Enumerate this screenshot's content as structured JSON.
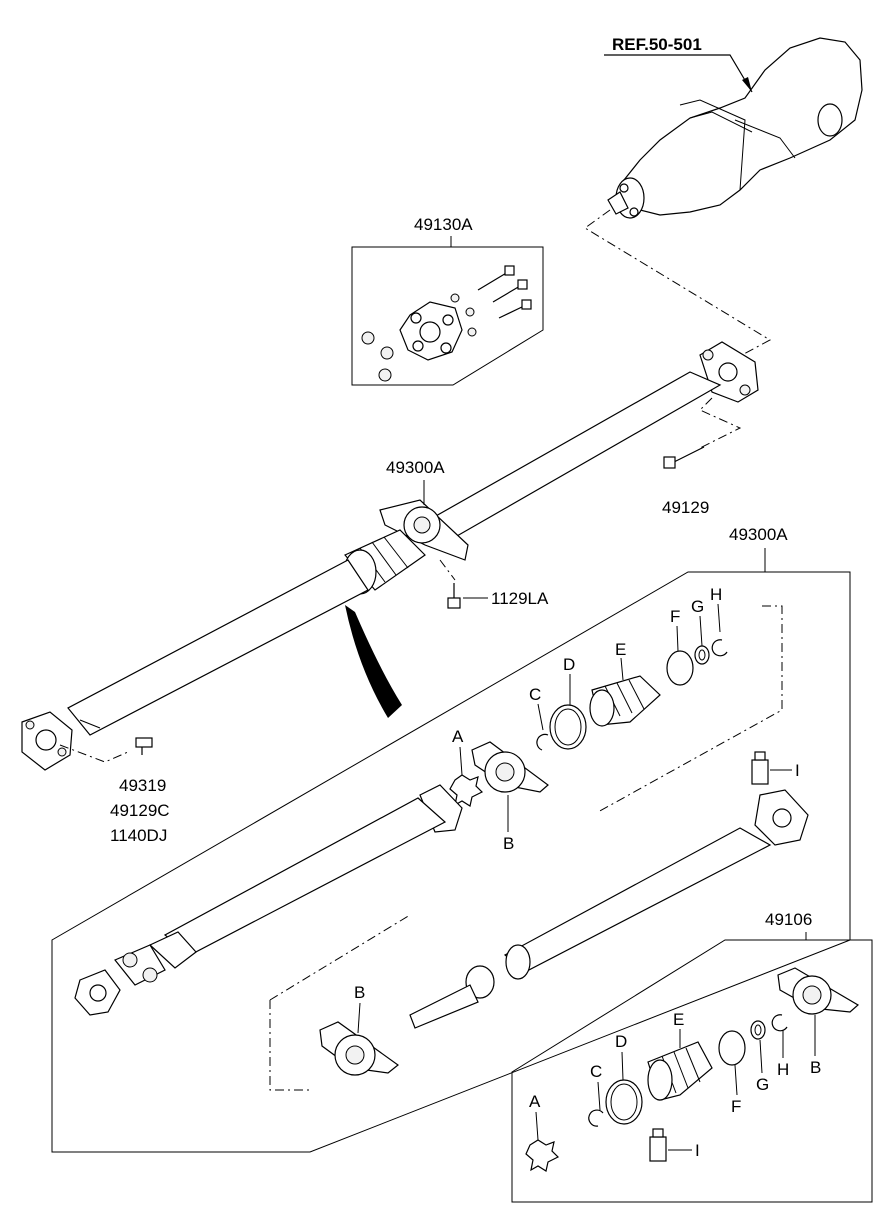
{
  "labels": {
    "ref": "REF.50-501",
    "kit_top": "49130A",
    "shaft_upper": "49300A",
    "bolt_right": "49129",
    "bolt_center": "1129LA",
    "bolt_left_1": "49319",
    "bolt_left_2": "49129C",
    "bolt_left_3": "1140DJ",
    "assy_lower": "49300A",
    "kit_lower": "49106",
    "A": "A",
    "B": "B",
    "C": "C",
    "D": "D",
    "E": "E",
    "F": "F",
    "G": "G",
    "H": "H",
    "I": "I"
  }
}
